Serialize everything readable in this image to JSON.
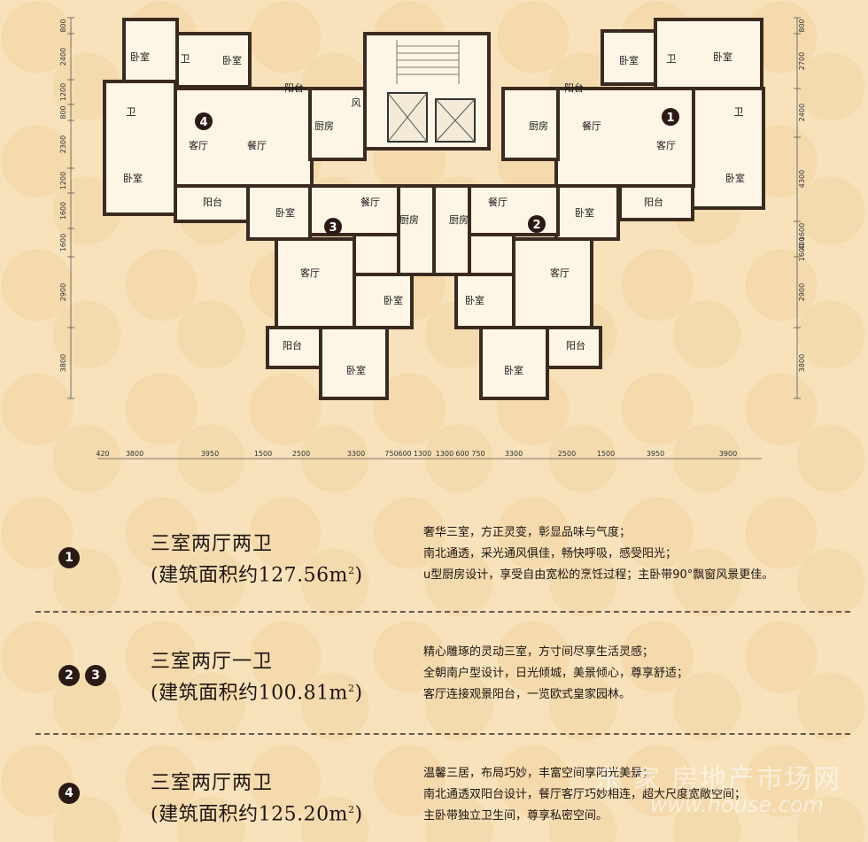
{
  "units": [
    {
      "badges": [
        "1"
      ],
      "type_name": "三室两厅两卫",
      "area_prefix": "(建筑面积约127.56m",
      "area_suffix": ")",
      "desc": [
        "奢华三室，方正灵变，彰显品味与气度；",
        "南北通透，采光通风俱佳，畅快呼吸，感受阳光；",
        "u型厨房设计，享受自由宽松的烹饪过程；主卧带90°飘窗风景更佳。"
      ]
    },
    {
      "badges": [
        "2",
        "3"
      ],
      "type_name": "三室两厅一卫",
      "area_prefix": "(建筑面积约100.81m",
      "area_suffix": ")",
      "desc": [
        "精心雕琢的灵动三室，方寸间尽享生活灵感；",
        "全朝南户型设计，日光倾城，美景倾心，尊享舒适；",
        "客厅连接观景阳台，一览欧式皇家园林。"
      ]
    },
    {
      "badges": [
        "4"
      ],
      "type_name": "三室两厅两卫",
      "area_prefix": "(建筑面积约125.20m",
      "area_suffix": ")",
      "desc": [
        "温馨三居，布局巧妙，丰富空间享阳光美景；",
        "南北通透双阳台设计，餐厅客厅巧妙相连，超大尺度宽敞空间；",
        "主卧带独立卫生间，尊享私密空间。"
      ]
    }
  ],
  "superscript": "2",
  "plan": {
    "unit_markers": [
      "1",
      "2",
      "3",
      "4"
    ],
    "rooms": {
      "bedroom": "卧室",
      "bath": "卫",
      "living": "客厅",
      "dining": "餐厅",
      "kitchen": "厨房",
      "balcony": "阳台",
      "wind": "风"
    },
    "bottom_dims": [
      "420",
      "3800",
      "3950",
      "1500",
      "2500",
      "3300",
      "750",
      "600",
      "1300",
      "1300",
      "600",
      "750",
      "3300",
      "2500",
      "1500",
      "3950",
      "3900"
    ],
    "left_dims": [
      "800",
      "2400",
      "1200",
      "800",
      "2300",
      "1200",
      "1600",
      "1600",
      "2900",
      "3800"
    ],
    "right_dims": [
      "800",
      "2700",
      "2400",
      "4300",
      "1600",
      "400",
      "1600",
      "2900",
      "3800"
    ]
  },
  "watermark": "东 家 房地产市场网",
  "watermark2": "www.house.com"
}
